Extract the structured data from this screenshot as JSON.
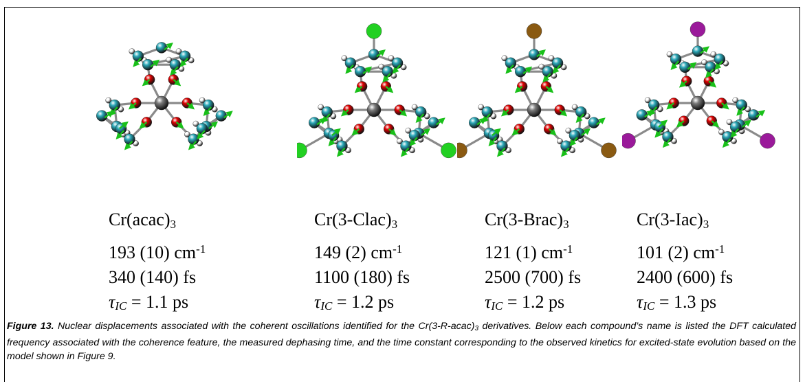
{
  "compounds": [
    {
      "name": "Cr(acac)",
      "sub": "3",
      "frequency": "193 (10) cm",
      "freq_sup": "-1",
      "dephasing": "340 (140) fs",
      "tau_prefix": "τ",
      "tau_sub": "IC",
      "tau_value": " = 1.1 ps",
      "halogen_color": ""
    },
    {
      "name": "Cr(3-Clac)",
      "sub": "3",
      "frequency": "149 (2) cm",
      "freq_sup": "-1",
      "dephasing": "1100 (180) fs",
      "tau_prefix": "τ",
      "tau_sub": "IC",
      "tau_value": " = 1.2 ps",
      "halogen_color": "#22d022"
    },
    {
      "name": "Cr(3-Brac)",
      "sub": "3",
      "frequency": "121 (1) cm",
      "freq_sup": "-1",
      "dephasing": "2500 (700) fs",
      "tau_prefix": "τ",
      "tau_sub": "IC",
      "tau_value": " = 1.2 ps",
      "halogen_color": "#8a5a12"
    },
    {
      "name": "Cr(3-Iac)",
      "sub": "3",
      "frequency": "101 (2) cm",
      "freq_sup": "-1",
      "dephasing": "2400 (600) fs",
      "tau_prefix": "τ",
      "tau_sub": "IC",
      "tau_value": " = 1.3 ps",
      "halogen_color": "#9a1a9a"
    }
  ],
  "caption": {
    "figure_label": "Figure 13.",
    "text_1": " Nuclear displacements associated with the coherent oscillations identified for the Cr(3-R-acac)",
    "text_sub": "3",
    "text_2": " derivatives. Below each compound’s name is listed the DFT calculated frequency associated with the coherence feature, the measured dephasing time, and the time constant corresponding to the observed kinetics for excited-state evolution based on the model shown in Figure 9."
  },
  "colors": {
    "chromium": "#7a7a7a",
    "oxygen": "#e00000",
    "carbon": "#2aa8b8",
    "hydrogen": "#e8e8e8",
    "arrow": "#19c019"
  }
}
